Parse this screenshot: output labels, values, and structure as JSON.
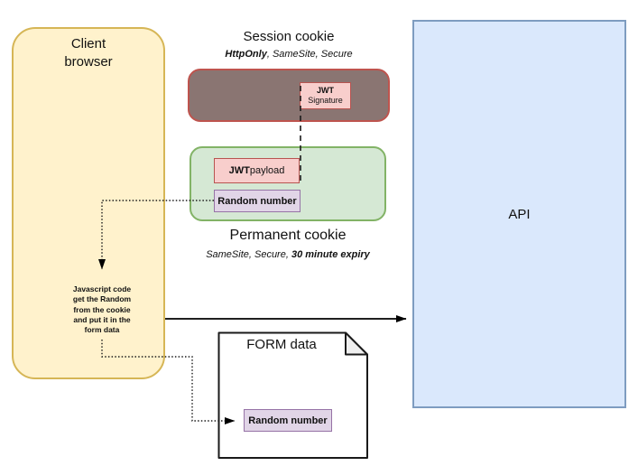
{
  "client_browser": {
    "label": "Client\nbrowser",
    "js_note": "Javascript code\nget the Random\nfrom the cookie\nand put it in the\nform data"
  },
  "session_cookie": {
    "title": "Session cookie",
    "flags_bold": "HttpOnly",
    "flags_rest": ", SameSite, Secure",
    "jwt_signature_line1": "JWT",
    "jwt_signature_line2": "Signature"
  },
  "permanent_cookie": {
    "title": "Permanent cookie",
    "flags_italic": "SameSite, Secure, ",
    "flags_bold": "30 minute expiry",
    "jwt_payload_bold": "JWT",
    "jwt_payload_rest": " payload",
    "random_label": "Random number"
  },
  "api": {
    "label": "API"
  },
  "form_document": {
    "title": "FORM data",
    "random_label": "Random number"
  },
  "colors": {
    "client_fill": "#FFF2CC",
    "client_stroke": "#D6B656",
    "session_fill": "#8A7572",
    "session_stroke": "#BE544E",
    "jwt_fill": "#F8CECC",
    "jwt_stroke": "#B85450",
    "permanent_fill": "#D5E8D4",
    "permanent_stroke": "#82B366",
    "random_fill": "#E1D5E7",
    "random_stroke": "#9673A6",
    "api_fill": "#DAE8FC",
    "api_stroke": "#7E9CC0"
  }
}
